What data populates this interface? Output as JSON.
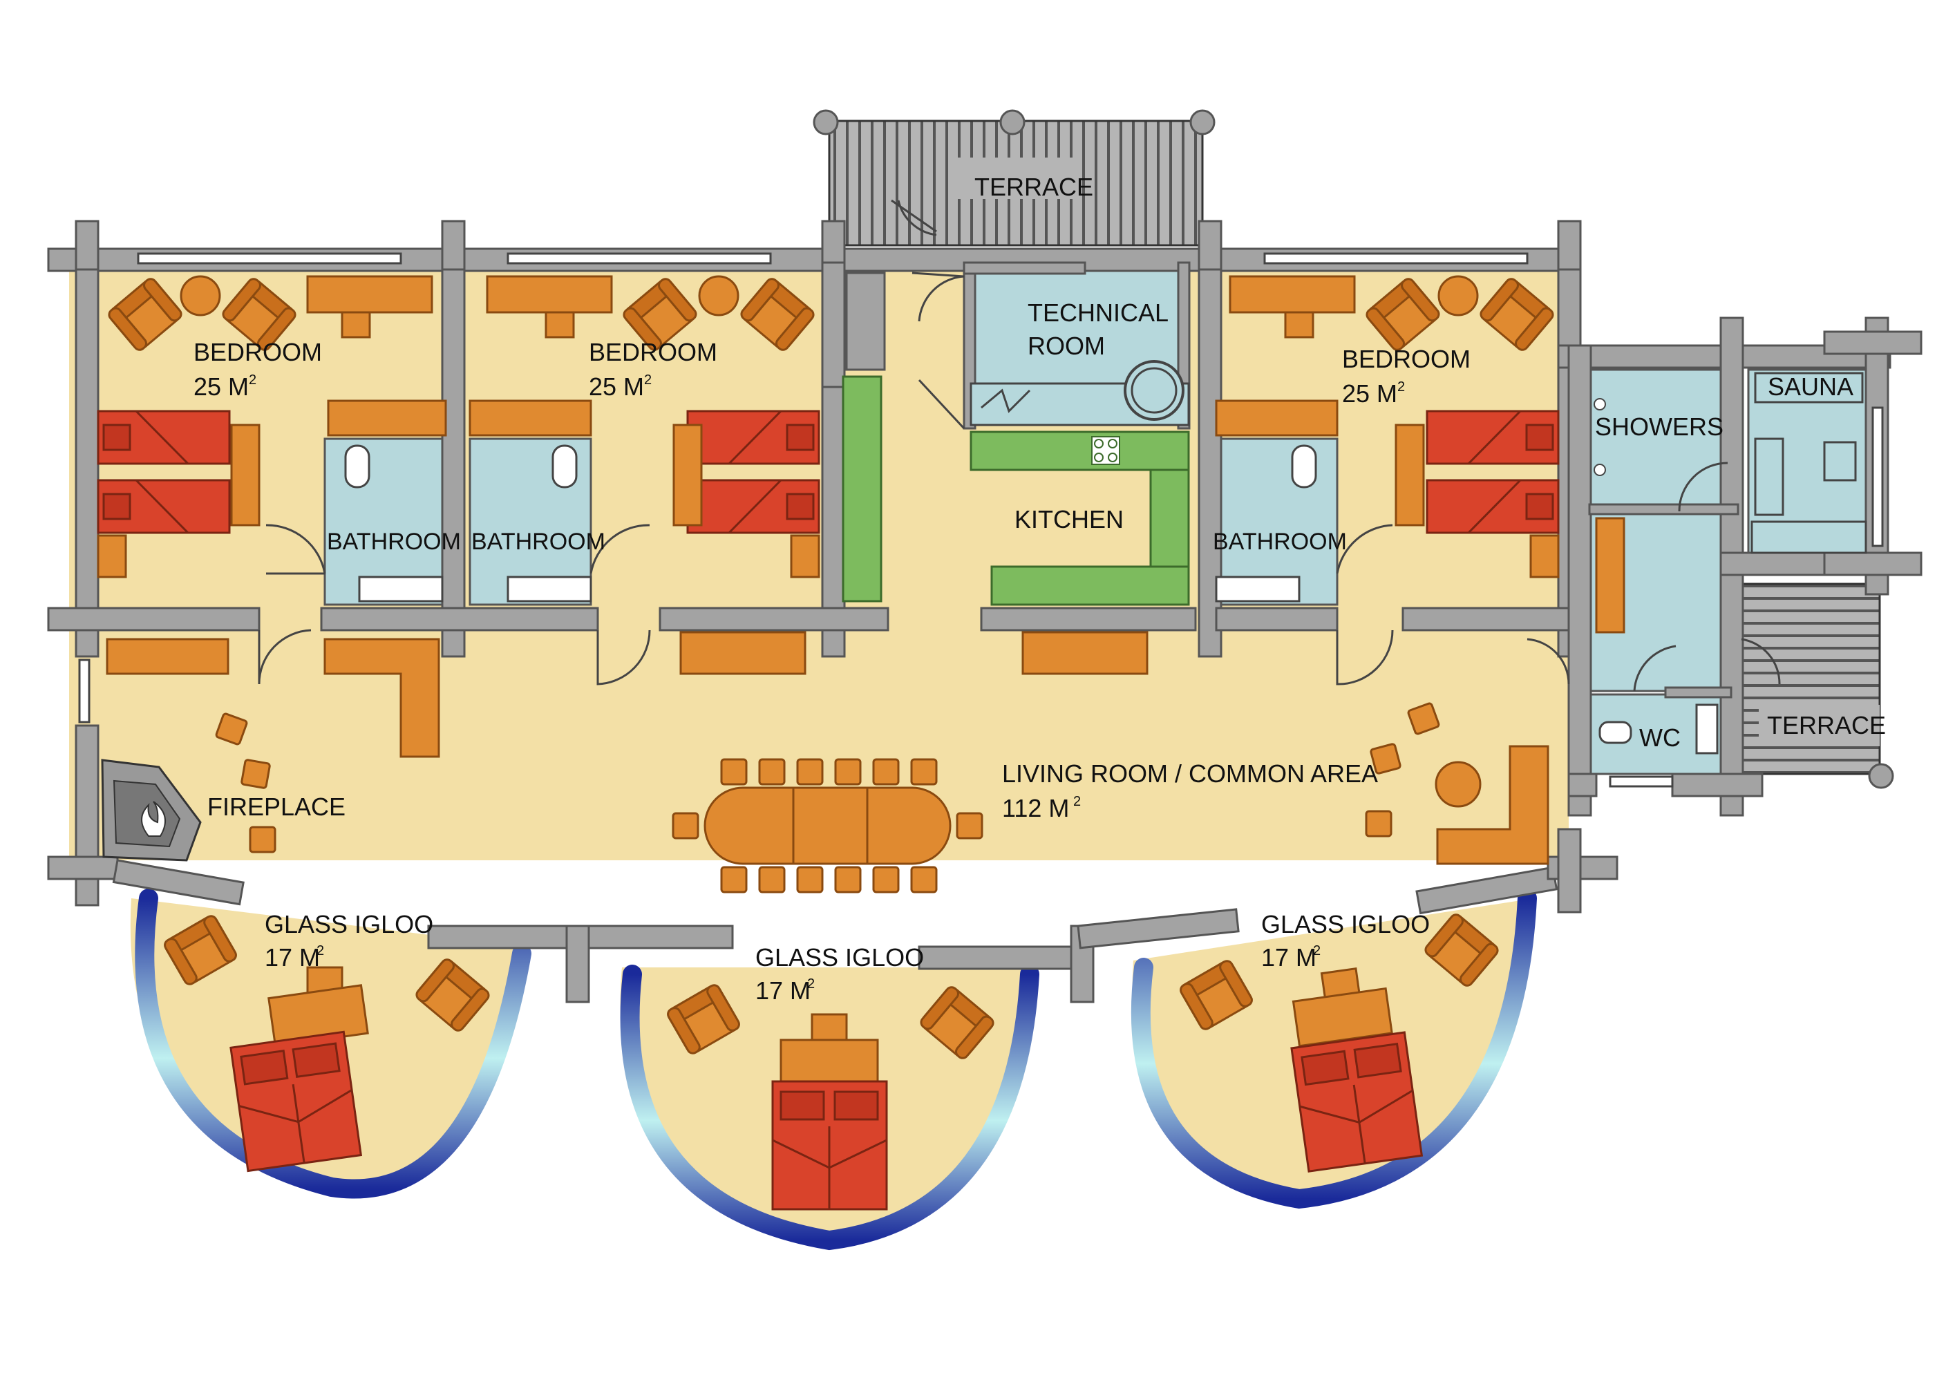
{
  "labels": {
    "terrace_top": "TERRACE",
    "technical_room_1": "TECHNICAL",
    "technical_room_2": "ROOM",
    "bedroom_left": "BEDROOM",
    "bedroom_left_area": "25 M",
    "bedroom_mid": "BEDROOM",
    "bedroom_mid_area": "25 M",
    "bedroom_right": "BEDROOM",
    "bedroom_right_area": "25 M",
    "bathroom_1": "BATHROOM",
    "bathroom_2": "BATHROOM",
    "bathroom_3": "BATHROOM",
    "kitchen": "KITCHEN",
    "sauna": "SAUNA",
    "showers": "SHOWERS",
    "wc": "WC",
    "terrace_right": "TERRACE",
    "fireplace": "FIREPLACE",
    "living_room": "LIVING ROOM / COMMON AREA",
    "living_room_area": "112 M",
    "igloo_left": "GLASS IGLOO",
    "igloo_left_area": "17 M",
    "igloo_mid": "GLASS IGLOO",
    "igloo_mid_area": "17 M",
    "igloo_right": "GLASS IGLOO",
    "igloo_right_area": "17 M",
    "squared": "2"
  },
  "colors": {
    "floor": "#f3e0a6",
    "wall": "#a3a3a3",
    "wet_room": "#b6d8dc",
    "bed": "#d9432b",
    "furniture": "#e08a30",
    "kitchen": "#7dbb5e",
    "glass_dark": "#1c2a9a",
    "glass_light": "#bff0f0"
  }
}
